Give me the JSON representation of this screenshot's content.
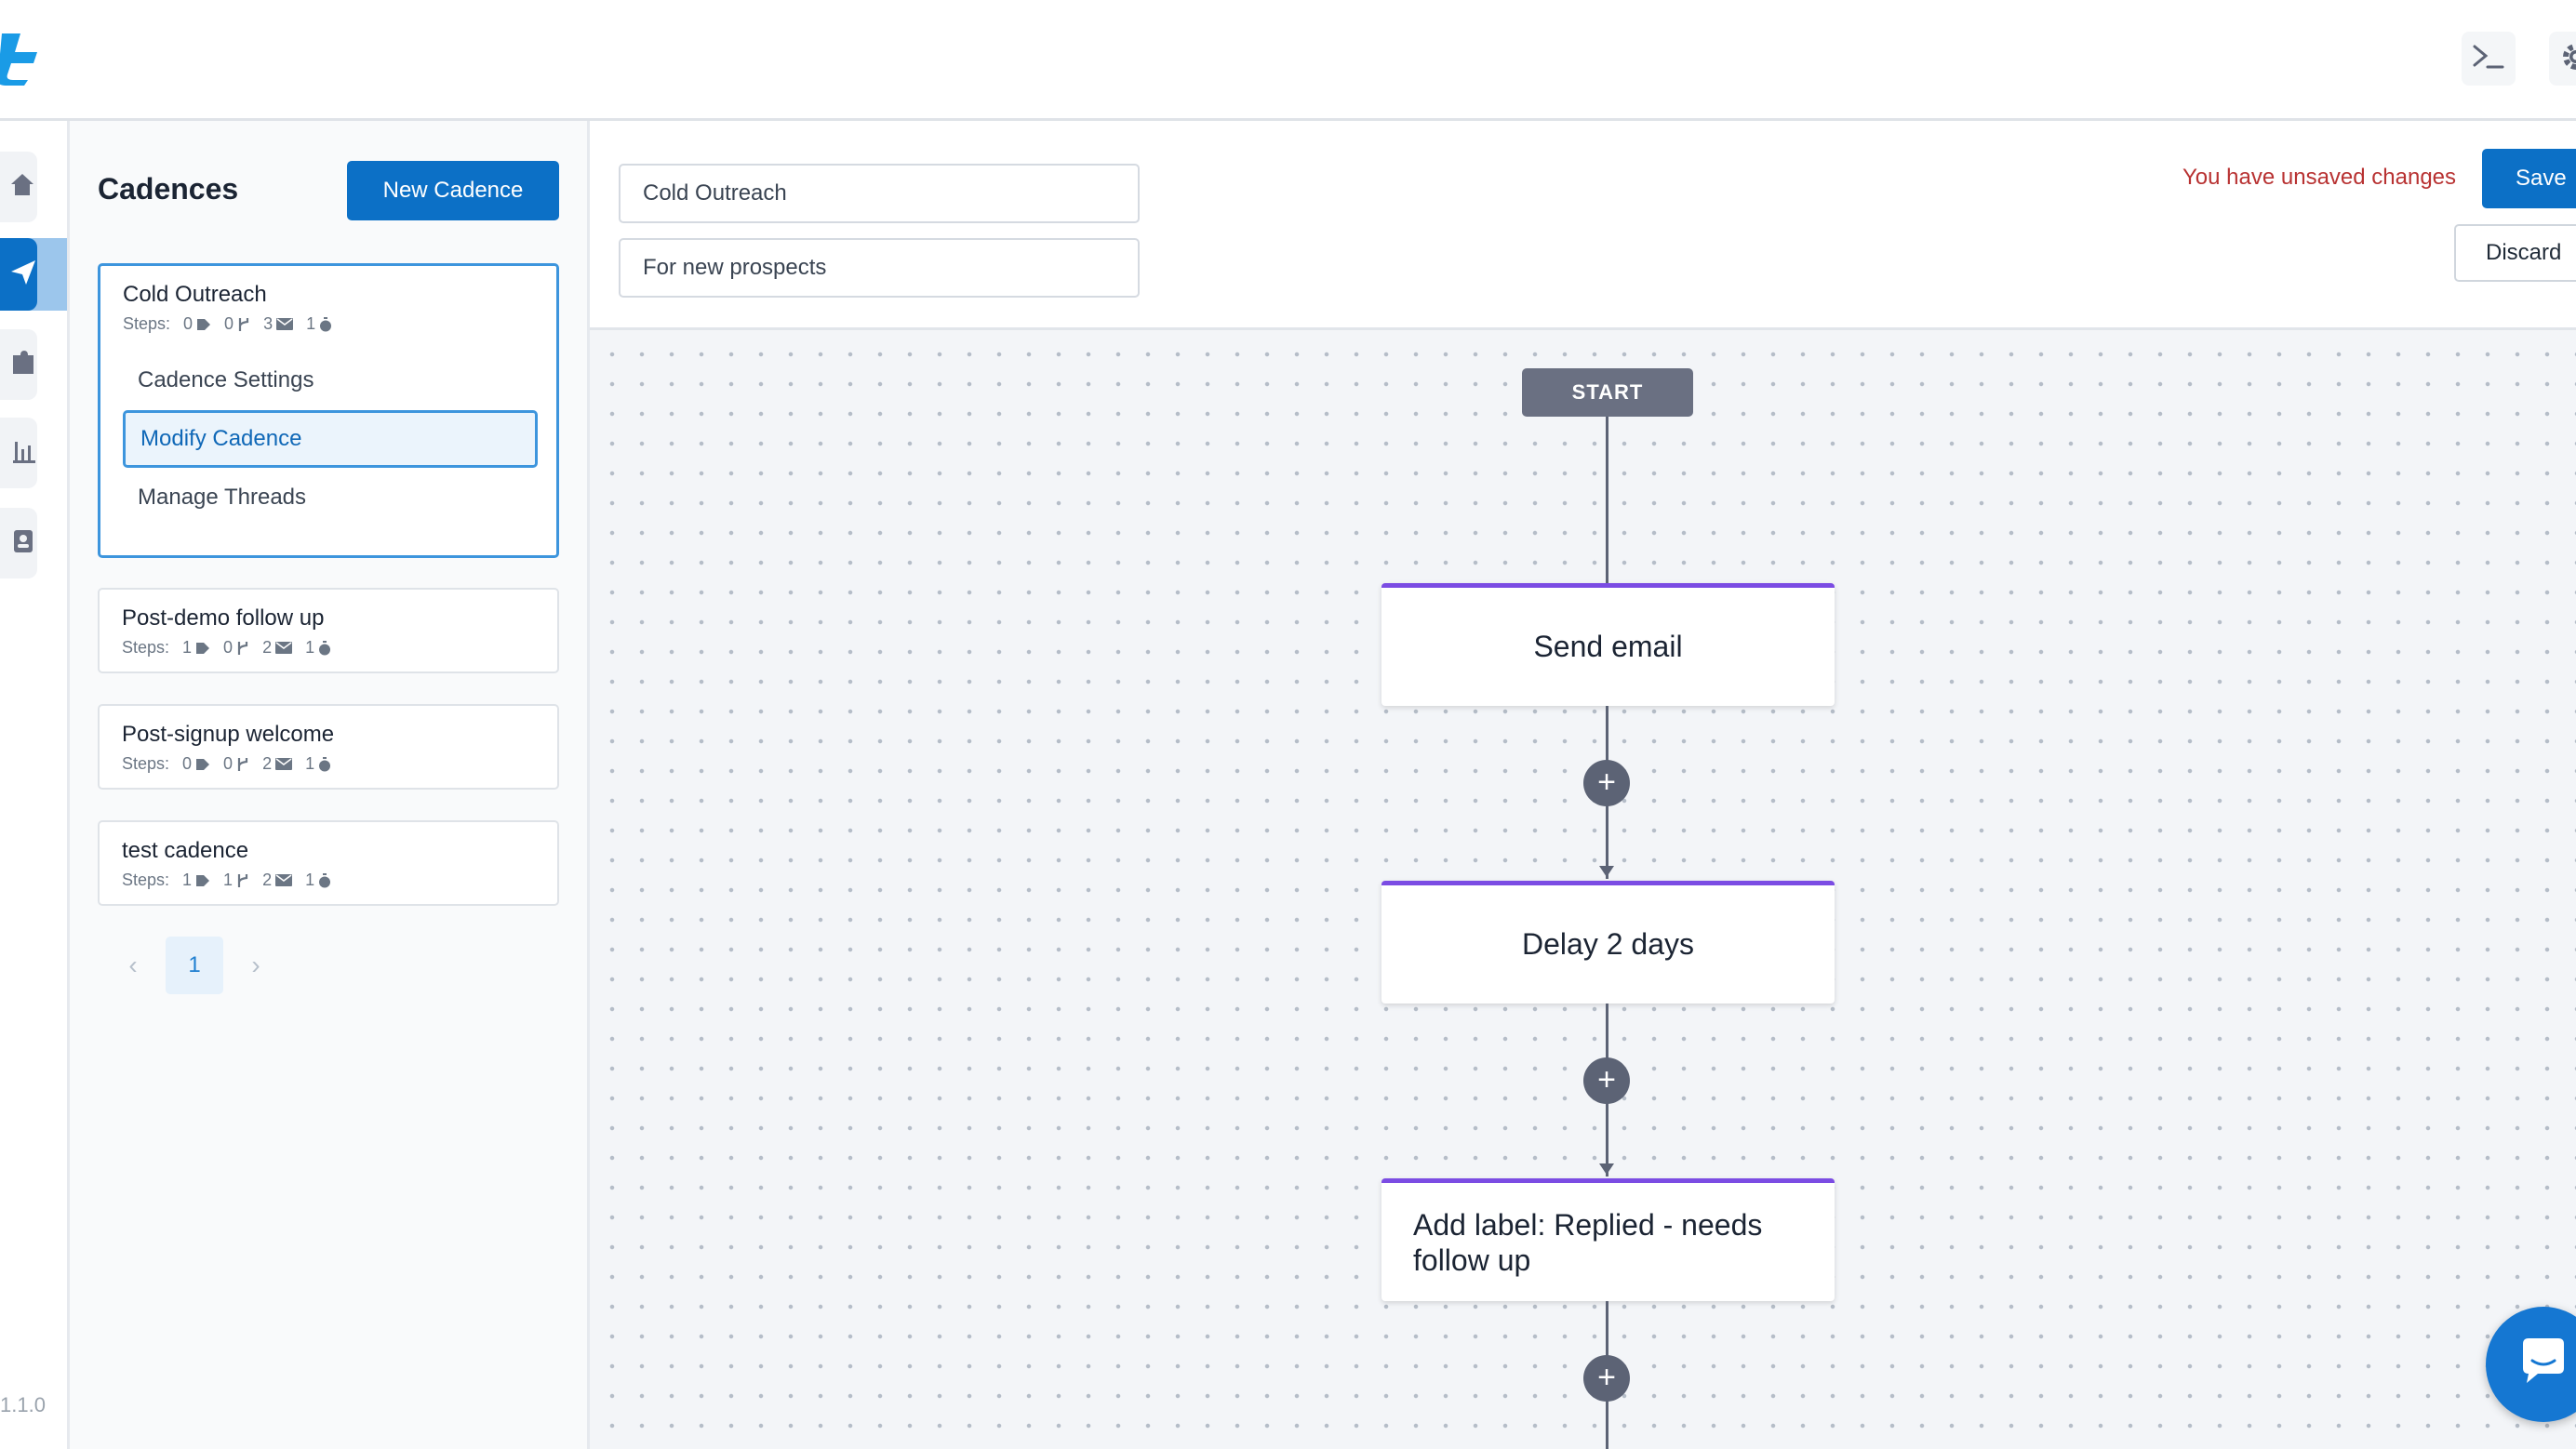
{
  "app": {
    "logo_icon": "brand-logo-icon",
    "version": "1.1.0",
    "accent_color": "#0c70c6",
    "step_border_color": "#7b4ce3"
  },
  "topbar": {
    "terminal_icon": "terminal-icon",
    "settings_icon": "gear-icon"
  },
  "rail": {
    "items": [
      {
        "icon": "home-icon"
      },
      {
        "icon": "paper-plane-icon",
        "active": true
      },
      {
        "icon": "puzzle-icon"
      },
      {
        "icon": "bar-chart-icon"
      },
      {
        "icon": "contacts-icon"
      }
    ]
  },
  "cadences_panel": {
    "title": "Cadences",
    "new_button": "New Cadence",
    "steps_label": "Steps:",
    "cadences": [
      {
        "name": "Cold Outreach",
        "labels": "0",
        "branches": "0",
        "emails": "3",
        "delays": "1",
        "selected": true,
        "submenu": [
          "Cadence Settings",
          "Modify Cadence",
          "Manage Threads"
        ],
        "active_submenu": "Modify Cadence"
      },
      {
        "name": "Post-demo follow up",
        "labels": "1",
        "branches": "0",
        "emails": "2",
        "delays": "1"
      },
      {
        "name": "Post-signup welcome",
        "labels": "0",
        "branches": "0",
        "emails": "2",
        "delays": "1"
      },
      {
        "name": "test cadence",
        "labels": "1",
        "branches": "1",
        "emails": "2",
        "delays": "1"
      }
    ],
    "pagination": {
      "current_page": "1",
      "prev": "‹",
      "next": "›"
    }
  },
  "editor": {
    "name_value": "Cold Outreach",
    "description_value": "For new prospects",
    "unsaved_message": "You have unsaved changes",
    "save_button": "Save",
    "discard_button": "Discard"
  },
  "flow": {
    "start_label": "START",
    "add_symbol": "+",
    "steps": [
      {
        "label": "Send email"
      },
      {
        "label": "Delay 2 days"
      },
      {
        "label": "Add label: Replied - needs follow up"
      }
    ]
  },
  "chat": {
    "icon": "chat-bubble-icon"
  }
}
